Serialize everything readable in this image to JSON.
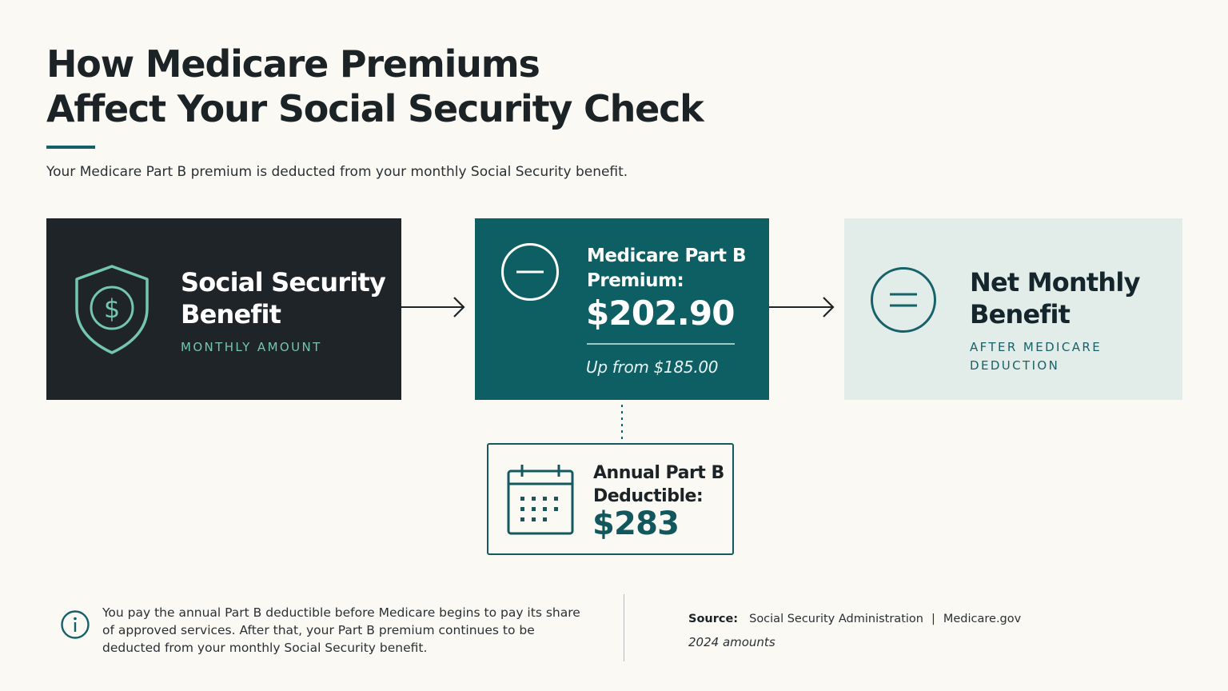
{
  "header": {
    "title_line1": "How Medicare Premiums",
    "title_line2": "Affect Your Social Security Check",
    "subtitle": "Your Medicare Part B premium is deducted from your monthly Social Security benefit."
  },
  "social_security_card": {
    "heading": "Social Security Benefit",
    "sub": "MONTHLY AMOUNT",
    "icon": "shield-dollar-icon"
  },
  "premium_card": {
    "label": "Medicare Part B Premium:",
    "amount": "$202.90",
    "previous": "Up from $185.00",
    "icon": "minus-circle-icon"
  },
  "net_card": {
    "heading": "Net Monthly Benefit",
    "sub": "AFTER MEDICARE DEDUCTION",
    "icon": "equals-circle-icon"
  },
  "deductible_card": {
    "label": "Annual Part B Deductible:",
    "amount": "$283",
    "icon": "calendar-icon"
  },
  "footer": {
    "note": "You pay the annual Part B deductible before Medicare begins to pay its share of approved services. After that, your Part B premium continues to be deducted from your monthly Social Security benefit.",
    "source_label": "Source:",
    "source_1": "Social Security Administration",
    "source_separator": "|",
    "source_2": "Medicare.gov",
    "year_note": "2024 amounts"
  },
  "colors": {
    "background": "#fbf9f3",
    "dark_card": "#1e2427",
    "teal_card": "#0e5f63",
    "light_card": "#e2ede9",
    "accent_mint": "#74c6ae",
    "accent_teal": "#156068"
  }
}
